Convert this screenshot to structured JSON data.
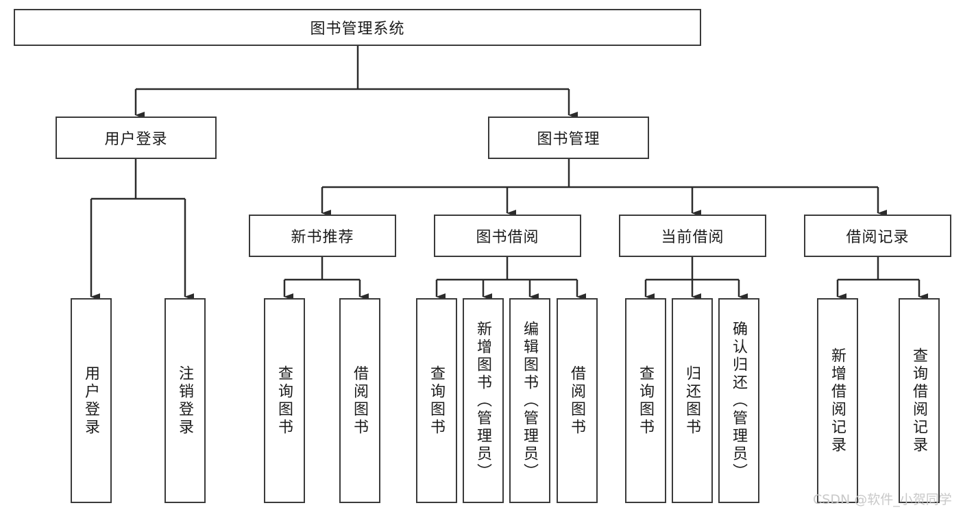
{
  "diagram": {
    "title": "图书管理系统",
    "type": "hierarchy-tree",
    "watermark": "CSDN @软件_小贺同学",
    "colors": {
      "background": "#ffffff",
      "border": "#3a3a3a",
      "text": "#1b1b1b",
      "connector": "#2b2b2b",
      "watermark": "#c9c9c9"
    },
    "levels": {
      "root": {
        "label": "图书管理系统"
      },
      "level2": [
        {
          "label": "用户登录"
        },
        {
          "label": "图书管理"
        }
      ],
      "level3": [
        {
          "label": "新书推荐"
        },
        {
          "label": "图书借阅"
        },
        {
          "label": "当前借阅"
        },
        {
          "label": "借阅记录"
        }
      ],
      "leaves_user_login": [
        {
          "label": "用户登录"
        },
        {
          "label": "注销登录"
        }
      ],
      "leaves_new_book": [
        {
          "label": "查询图书"
        },
        {
          "label": "借阅图书"
        }
      ],
      "leaves_borrow": [
        {
          "label": "查询图书"
        },
        {
          "label": "新增图书（管理员）"
        },
        {
          "label": "编辑图书（管理员）"
        },
        {
          "label": "借阅图书"
        }
      ],
      "leaves_current": [
        {
          "label": "查询图书"
        },
        {
          "label": "归还图书"
        },
        {
          "label": "确认归还（管理员）"
        }
      ],
      "leaves_record": [
        {
          "label": "新增借阅记录"
        },
        {
          "label": "查询借阅记录"
        }
      ]
    }
  }
}
